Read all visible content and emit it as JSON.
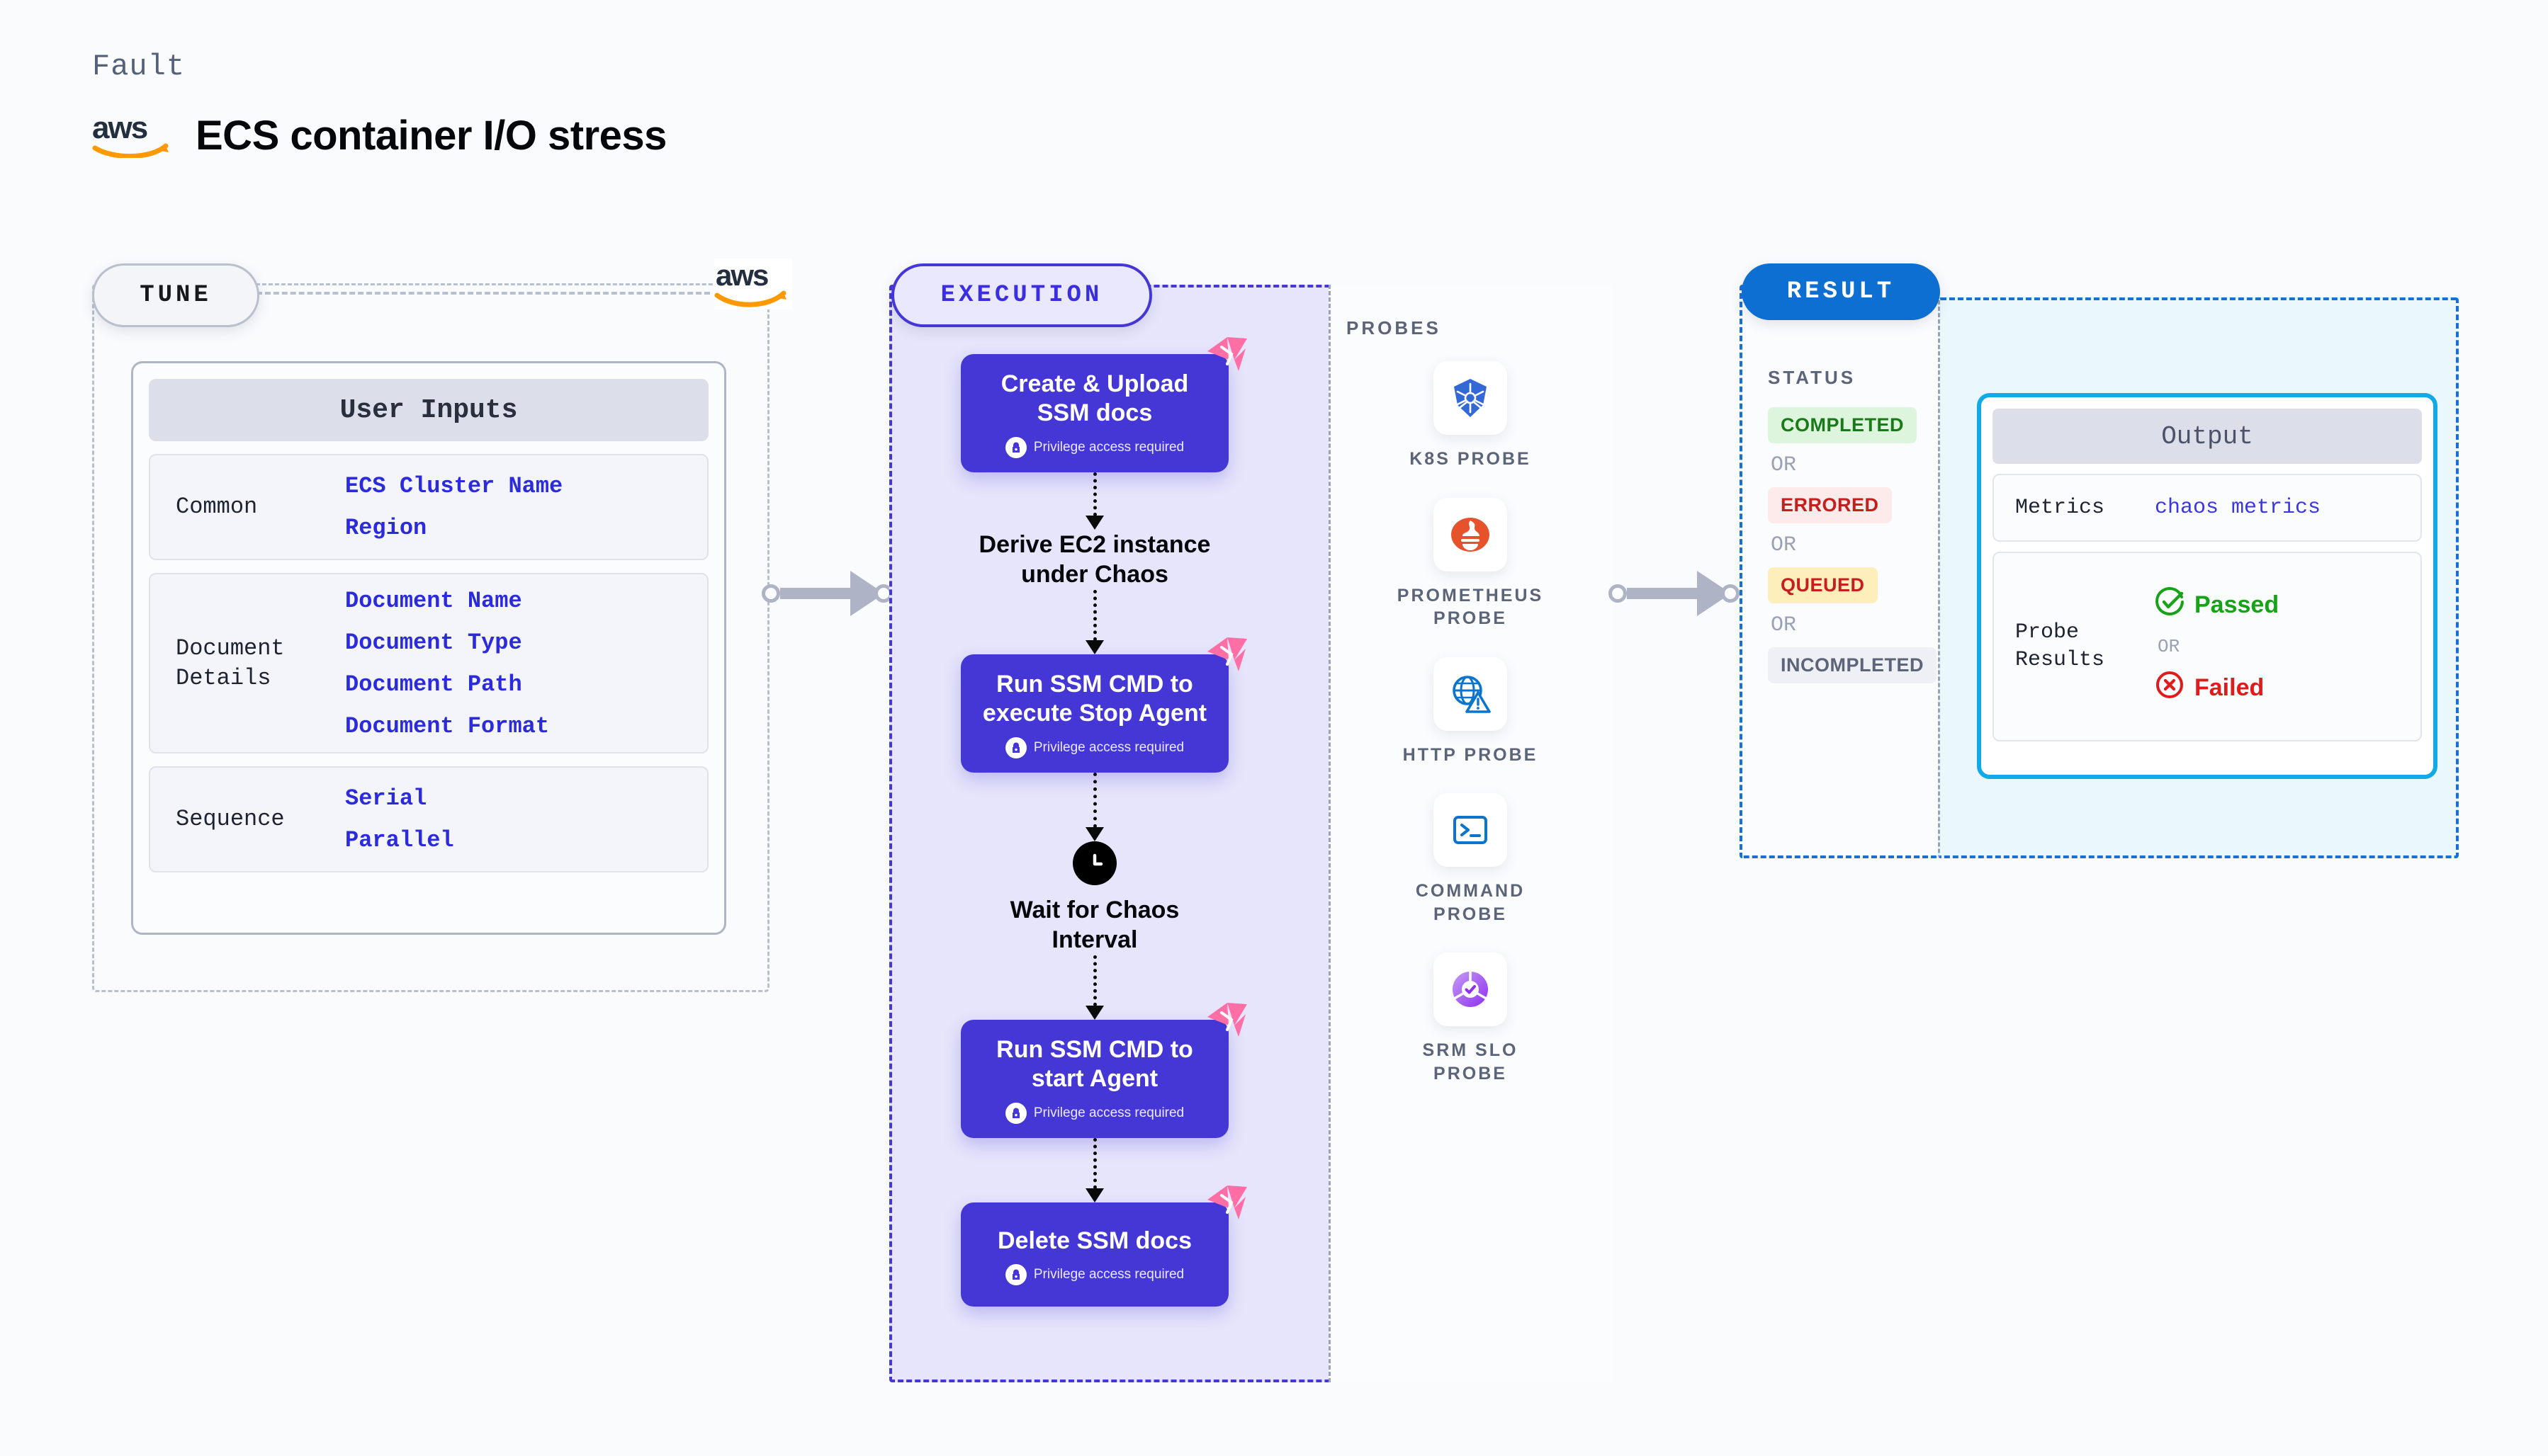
{
  "header": {
    "fault_label": "Fault",
    "title": "ECS container I/O stress",
    "logo": "aws-logo"
  },
  "tune": {
    "pill_label": "TUNE",
    "logo": "aws-logo",
    "card": {
      "title": "User Inputs",
      "groups": [
        {
          "label": "Common",
          "values": [
            "ECS Cluster Name",
            "Region"
          ]
        },
        {
          "label": "Document\nDetails",
          "values": [
            "Document Name",
            "Document Type",
            "Document Path",
            "Document Format"
          ]
        },
        {
          "label": "Sequence",
          "values": [
            "Serial",
            "Parallel"
          ]
        }
      ]
    }
  },
  "execution": {
    "pill_label": "EXECUTION",
    "privilege_note": "Privilege access required",
    "steps": [
      {
        "type": "box",
        "title": "Create & Upload\nSSM docs",
        "privileged": true,
        "badge": "litmus-logo"
      },
      {
        "type": "text",
        "title": "Derive EC2 instance\nunder Chaos",
        "privileged": false
      },
      {
        "type": "box",
        "title": "Run SSM CMD to\nexecute Stop Agent",
        "privileged": true,
        "badge": "litmus-logo"
      },
      {
        "type": "clock",
        "title": "Wait for Chaos\nInterval",
        "privileged": false,
        "icon": "clock-icon"
      },
      {
        "type": "box",
        "title": "Run SSM CMD to\nstart Agent",
        "privileged": true,
        "badge": "litmus-logo"
      },
      {
        "type": "box",
        "title": "Delete SSM docs",
        "privileged": true,
        "badge": "litmus-logo"
      }
    ]
  },
  "probes": {
    "title": "PROBES",
    "items": [
      {
        "label": "K8S PROBE",
        "icon": "kubernetes-icon",
        "color": "#3369d6"
      },
      {
        "label": "PROMETHEUS\nPROBE",
        "icon": "prometheus-icon",
        "color": "#e6522c"
      },
      {
        "label": "HTTP PROBE",
        "icon": "http-globe-warning-icon",
        "color": "#0b74cc"
      },
      {
        "label": "COMMAND\nPROBE",
        "icon": "terminal-icon",
        "color": "#0b74cc"
      },
      {
        "label": "SRM SLO\nPROBE",
        "icon": "srm-slo-icon",
        "color": "#8f45f0"
      }
    ]
  },
  "result": {
    "pill_label": "RESULT",
    "status_title": "STATUS",
    "or_label": "OR",
    "statuses": [
      {
        "label": "COMPLETED",
        "color": "#1a7a1a",
        "bg": "#ddf5dc"
      },
      {
        "label": "ERRORED",
        "color": "#c61d1d",
        "bg": "#fdeaea"
      },
      {
        "label": "QUEUED",
        "color": "#c61d1d",
        "bg": "#fdeebb"
      },
      {
        "label": "INCOMPLETED",
        "color": "#5c6479",
        "bg": "#eff0f5"
      }
    ]
  },
  "output": {
    "title": "Output",
    "metrics_label": "Metrics",
    "metrics_value": "chaos metrics",
    "probe_results_label": "Probe\nResults",
    "passed_label": "Passed",
    "failed_label": "Failed",
    "or_label": "OR",
    "passed_color": "#16a316",
    "failed_color": "#e01b1b"
  },
  "colors": {
    "accent_indigo": "#4537d6",
    "accent_blue": "#0d6fd1",
    "accent_cyan": "#11a9e8",
    "litmus_pink": "#ff6fa5",
    "aws_orange": "#f90"
  }
}
